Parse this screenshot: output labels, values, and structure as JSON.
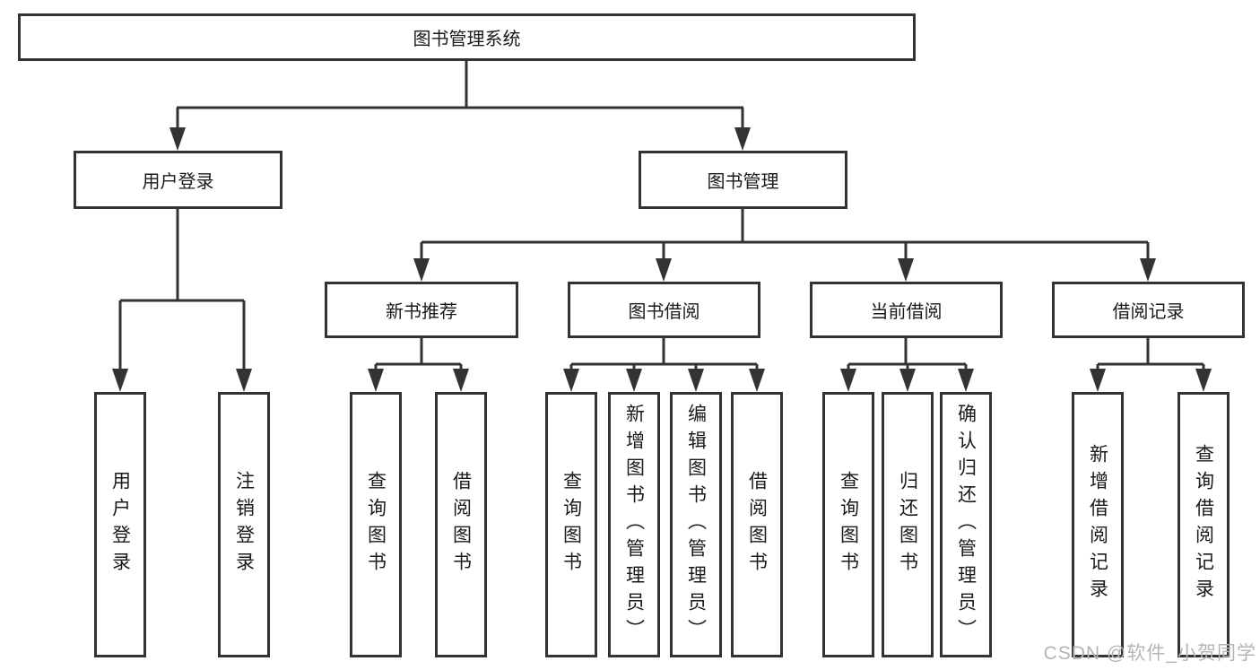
{
  "diagram": {
    "type": "hierarchy-tree",
    "root": {
      "label": "图书管理系统",
      "children": [
        {
          "label": "用户登录",
          "children": [
            {
              "label": "用户登录"
            },
            {
              "label": "注销登录"
            }
          ]
        },
        {
          "label": "图书管理",
          "children": [
            {
              "label": "新书推荐",
              "children": [
                {
                  "label": "查询图书"
                },
                {
                  "label": "借阅图书"
                }
              ]
            },
            {
              "label": "图书借阅",
              "children": [
                {
                  "label": "查询图书"
                },
                {
                  "label": "新增图书（管理员）"
                },
                {
                  "label": "编辑图书（管理员）"
                },
                {
                  "label": "借阅图书"
                }
              ]
            },
            {
              "label": "当前借阅",
              "children": [
                {
                  "label": "查询图书"
                },
                {
                  "label": "归还图书"
                },
                {
                  "label": "确认归还（管理员）"
                }
              ]
            },
            {
              "label": "借阅记录",
              "children": [
                {
                  "label": "新增借阅记录"
                },
                {
                  "label": "查询借阅记录"
                }
              ]
            }
          ]
        }
      ]
    }
  },
  "watermark": {
    "text": "CSDN @软件_小贺同学"
  },
  "colors": {
    "line": "#333333",
    "box_border": "#333333",
    "box_fill": "#ffffff",
    "text": "#1a1a1a",
    "watermark": "#b5b5b5",
    "background": "#ffffff"
  }
}
